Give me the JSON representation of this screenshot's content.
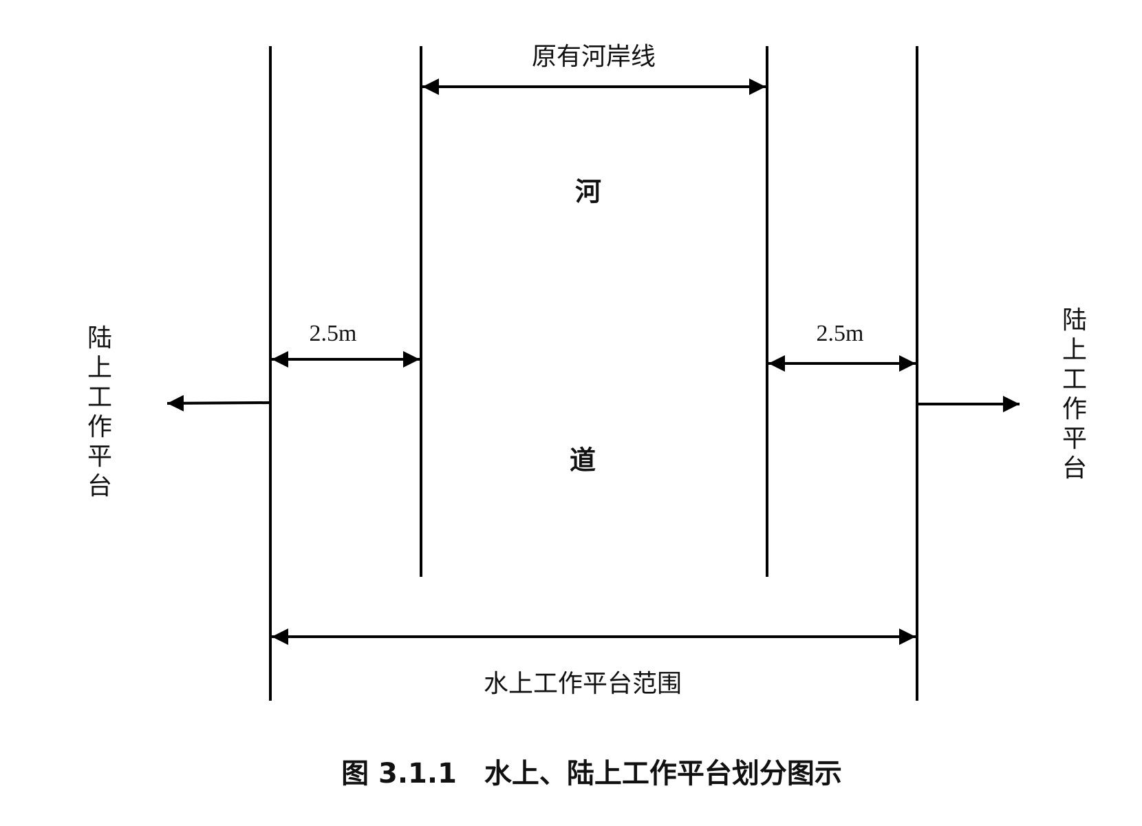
{
  "diagram": {
    "top_label": "原有河岸线",
    "river_char_1": "河",
    "river_char_2": "道",
    "left_offset": "2.5m",
    "right_offset": "2.5m",
    "left_side_label": "陆上工作平台",
    "right_side_label": "陆上工作平台",
    "bottom_label": "水上工作平台范围",
    "caption": "图 3.1.1　水上、陆上工作平台划分图示"
  }
}
